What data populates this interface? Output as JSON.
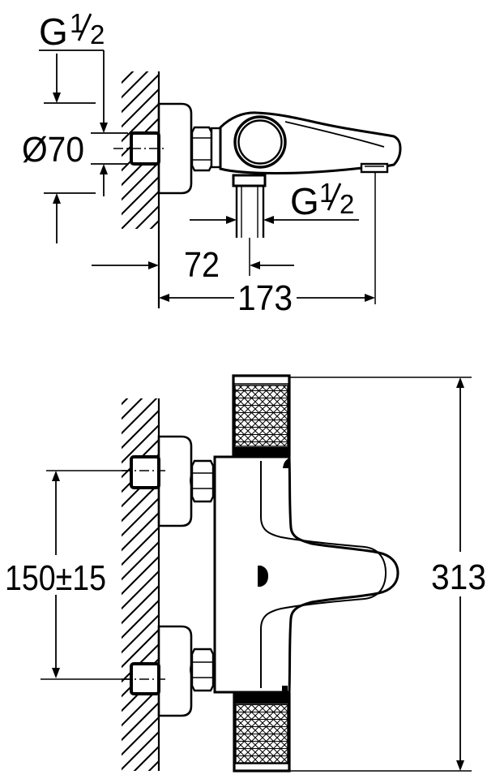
{
  "colors": {
    "ink": "#000000",
    "paper": "#ffffff"
  },
  "side_view": {
    "labels": {
      "inlet_thread": {
        "prefix": "G",
        "numerator": "1",
        "denominator": "2"
      },
      "escutcheon_diameter": "Ø70",
      "outlet_thread": {
        "prefix": "G",
        "numerator": "1",
        "denominator": "2"
      },
      "wall_to_shower_outlet": "72",
      "wall_to_spout_tip": "173"
    }
  },
  "front_view": {
    "labels": {
      "supply_centers_distance": "150±15",
      "overall_height": "313"
    }
  },
  "icons": {
    "body_marker": "drop-mark"
  }
}
